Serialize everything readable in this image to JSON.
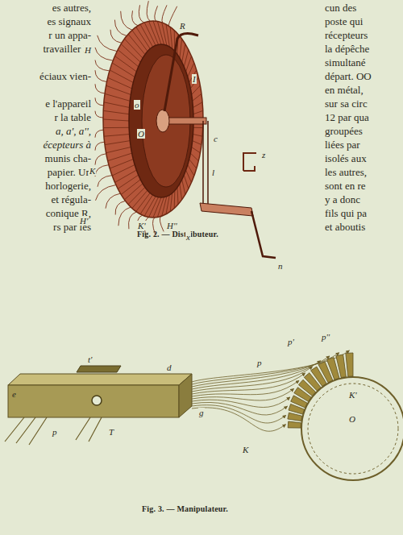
{
  "diagram": {
    "labels": [
      "es autres,",
      "es signaux",
      "r un appa-",
      "travailler le",
      "éciaux vien-",
      "e l'appareil",
      "r la table",
      "a, a', a'',",
      "écepteurs à",
      "munis cha-",
      "papier. Un",
      "horlogerie,",
      "et régula-",
      "conique R,",
      "rs par les",
      "cun des",
      "poste qui",
      "récepteurs",
      "la dépêche",
      "simultané",
      "départ. OO",
      "en métal,",
      "sur sa circ",
      "12 par qua",
      "groupées",
      "liées par",
      "isolés aux",
      "les autres,",
      "sont en re",
      "y a donc",
      "fils qui pa",
      "et aboutis",
      "Fig. 2. — Distributeur.",
      "Fig. 3. — Manipulateur.",
      "H",
      "R",
      "I",
      "o",
      "O",
      "c",
      "l",
      "K",
      "H'",
      "K'",
      "H''",
      "x",
      "z",
      "n",
      "t'",
      "e",
      "p",
      "T",
      "d",
      "g",
      "K",
      "O",
      "K'",
      "p",
      "p'",
      "p''"
    ]
  }
}
